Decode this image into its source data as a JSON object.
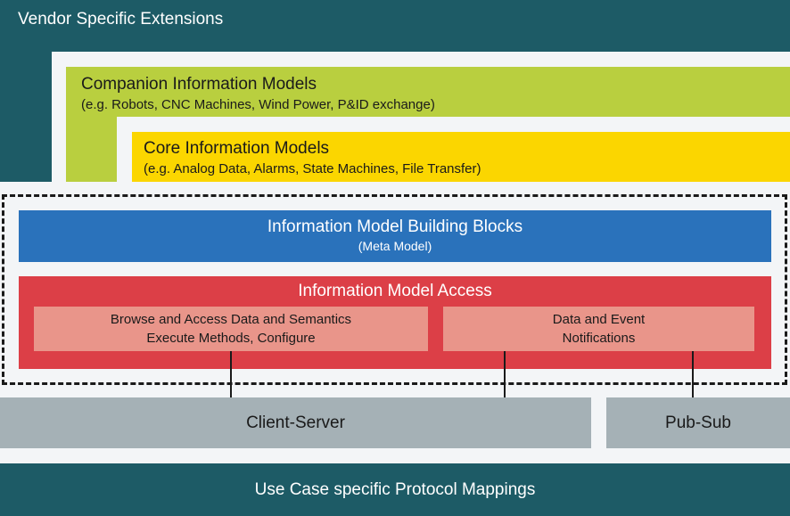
{
  "vendor": {
    "title": "Vendor Specific Extensions"
  },
  "companion": {
    "title": "Companion Information Models",
    "subtitle": "(e.g. Robots, CNC Machines, Wind Power, P&ID exchange)"
  },
  "core": {
    "title": "Core Information Models",
    "subtitle": "(e.g. Analog Data, Alarms, State Machines, File Transfer)"
  },
  "building_blocks": {
    "title": "Information Model Building Blocks",
    "subtitle": "(Meta Model)"
  },
  "access": {
    "title": "Information Model Access",
    "browse_line1": "Browse and Access Data and Semantics",
    "browse_line2": "Execute Methods, Configure",
    "events_line1": "Data and Event",
    "events_line2": "Notifications"
  },
  "transport": {
    "client_server": "Client-Server",
    "pub_sub": "Pub-Sub"
  },
  "mappings": {
    "title": "Use Case specific Protocol Mappings"
  },
  "colors": {
    "teal": "#1d5b66",
    "lime": "#b9cf3f",
    "yellow": "#fbd600",
    "blue": "#2a72bb",
    "red": "#dc3f47",
    "salmon": "#e9958a",
    "grey": "#a5b1b6"
  }
}
